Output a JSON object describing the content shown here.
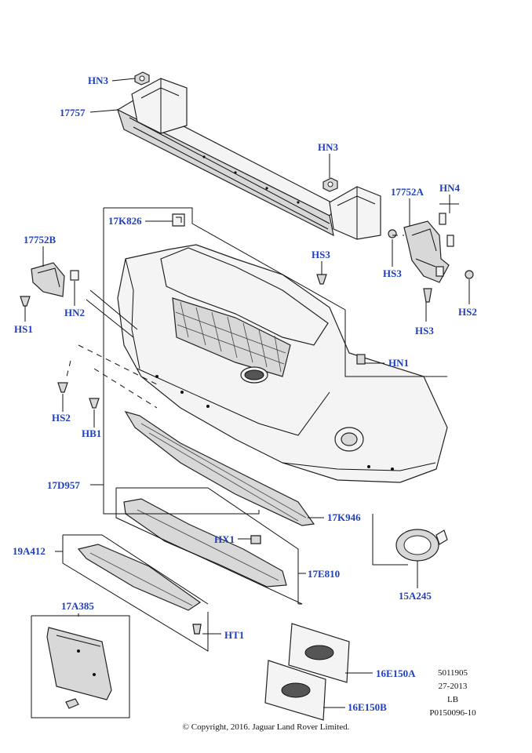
{
  "labels": {
    "hn3_top": "HN3",
    "p17757": "17757",
    "hn3_right": "HN3",
    "p17752a": "17752A",
    "hn4": "HN4",
    "p17k826": "17K826",
    "p17752b": "17752B",
    "hs3_center": "HS3",
    "hs3_right": "HS3",
    "hn2": "HN2",
    "hs1": "HS1",
    "hs3_lower": "HS3",
    "hs2_right": "HS2",
    "hn1": "HN1",
    "hs2_left": "HS2",
    "hb1": "HB1",
    "p17d957": "17D957",
    "p17k946": "17K946",
    "hx1": "HX1",
    "p19a412": "19A412",
    "p17e810": "17E810",
    "p15a245": "15A245",
    "p17a385": "17A385",
    "ht1": "HT1",
    "p16e150a": "16E150A",
    "p16e150b": "16E150B"
  },
  "meta": {
    "ref_number": "5011905",
    "date": "27-2013",
    "lb": "LB",
    "illustration_id": "P0150096-10",
    "copyright": "© Copyright, 2016. Jaguar Land Rover Limited."
  },
  "colors": {
    "callout": "#1f3fbf",
    "line": "#111111"
  }
}
